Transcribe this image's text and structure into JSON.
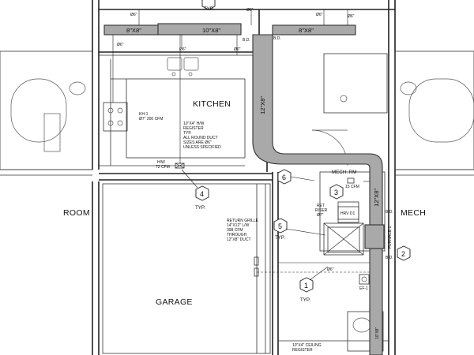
{
  "rooms": {
    "kitchen": "KITCHEN",
    "garage": "GARAGE",
    "room_left": "ROOM",
    "room_right": "MECH",
    "mech_rm": "MECH. RM"
  },
  "duct_sizes": {
    "top_left": "8\"X8\"",
    "top_mid": "10\"X8\"",
    "top_right": "8\"X8\"",
    "vertical_main": "12\"X8\"",
    "vertical_right": "12\"X8\"",
    "bottom_right": "10\"X8\""
  },
  "diffusers": {
    "d1": "Ø6\"",
    "d2": "Ø6\"",
    "d3": "Ø6\"",
    "d4": "Ø6\"",
    "d5": "Ø6\"",
    "d6": "Ø6\"",
    "d7": "Ø6\"",
    "d8": "Ø6\""
  },
  "labels": {
    "bd_top": "B.D.",
    "bd_top2": "B.D.",
    "bd_right1": "B.D.",
    "bd_right2": "B.D.",
    "kh1_line1": "KH-1",
    "kh1_line2": "Ø7\" 200 CFM",
    "hw_line1": "H/W",
    "hw_line2": "72 CFM",
    "note_hw": [
      "10\"X4\" H/W",
      "REGISTER",
      "TYP.",
      "ALL ROUND DUCT",
      "SIZES ARE Ø6\"",
      "UNLESS SPECIFIED"
    ],
    "return_grille": [
      "RETURN GRILLE",
      "14\"X12\" L/W",
      "398 CFM",
      "THROUGH",
      "12\"X8\" DUCT"
    ],
    "ret_riser": [
      "RET",
      "RISER",
      "Ø7\""
    ],
    "hrv": "HRV D1",
    "cfm15": "15 CFM",
    "furnace": "FURNACE 1",
    "ef1": "EF-1",
    "ceiling_reg": [
      "10\"X4\" CEILING",
      "REGISTER"
    ],
    "typ": "TYP."
  },
  "callouts": {
    "c1": "1",
    "c2": "2",
    "c3": "3",
    "c4": "4",
    "c5": "5",
    "c6": "6"
  }
}
